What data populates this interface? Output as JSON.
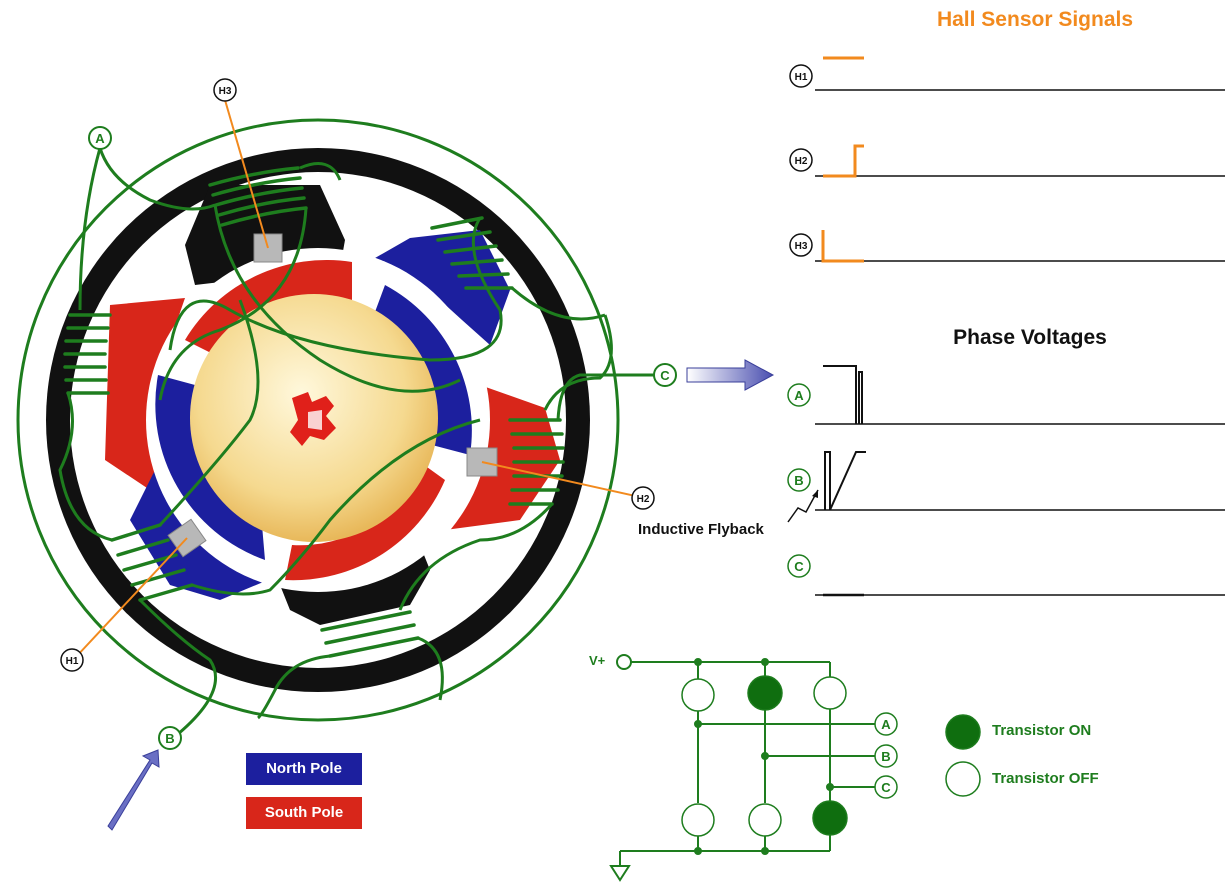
{
  "titles": {
    "hall": "Hall Sensor Signals",
    "phase": "Phase Voltages"
  },
  "hall_signals": [
    {
      "label": "H1"
    },
    {
      "label": "H2"
    },
    {
      "label": "H3"
    }
  ],
  "phase_signals": [
    {
      "label": "A"
    },
    {
      "label": "B"
    },
    {
      "label": "C"
    }
  ],
  "annotations": {
    "flyback": "Inductive Flyback"
  },
  "motor": {
    "phase_labels": {
      "a": "A",
      "b": "B",
      "c": "C"
    },
    "sensor_labels": {
      "h1": "H1",
      "h2": "H2",
      "h3": "H3"
    }
  },
  "legend": {
    "north": "North Pole",
    "south": "South Pole",
    "transistor_on": "Transistor ON",
    "transistor_off": "Transistor OFF"
  },
  "circuit": {
    "supply": "V+",
    "outputs": [
      "A",
      "B",
      "C"
    ]
  },
  "colors": {
    "wire": "#1e7d1e",
    "hall": "#f28a1e",
    "north": "#1c1f9e",
    "south": "#d8261a",
    "stator": "#111111",
    "rotor_core": "#f5d98f"
  }
}
